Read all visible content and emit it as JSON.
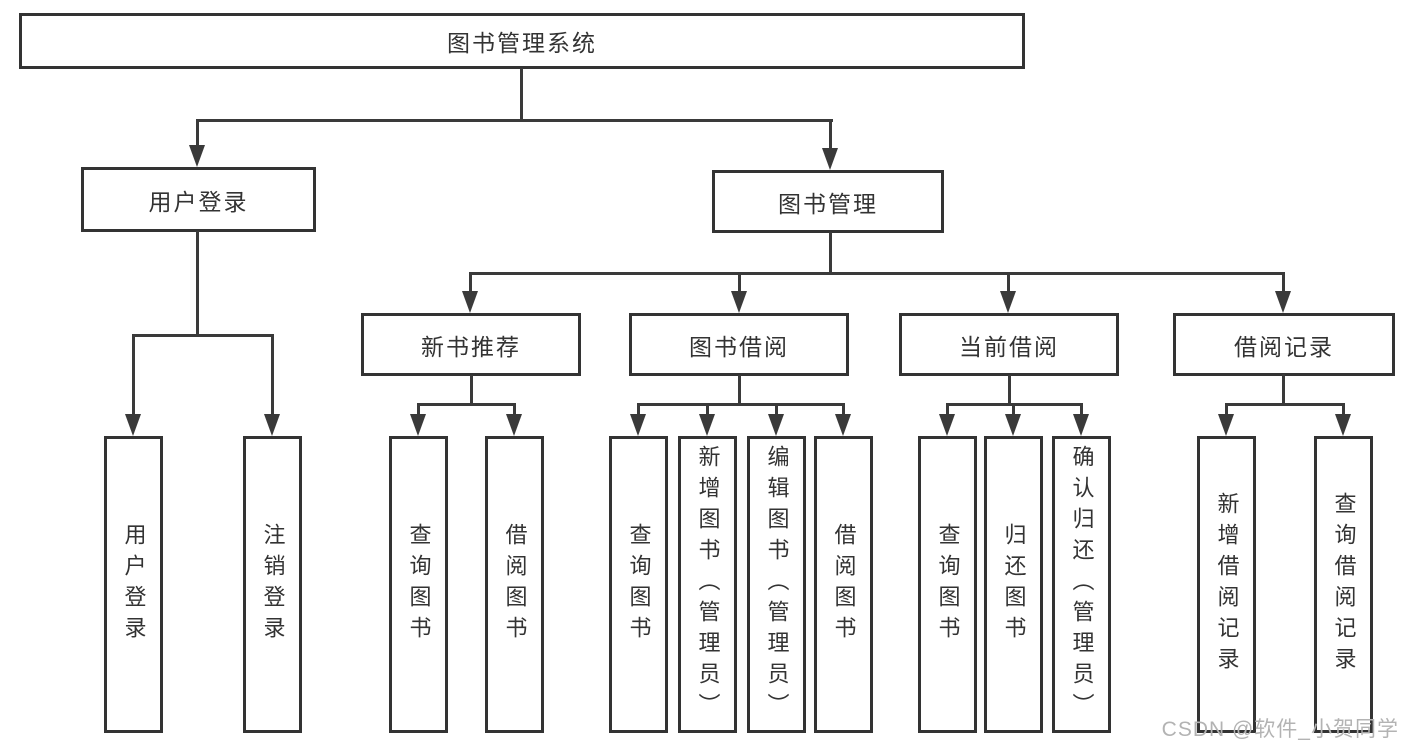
{
  "diagram": {
    "root_label": "图书管理系统",
    "level2": [
      {
        "label": "用户登录",
        "children": [
          "用户登录",
          "注销登录"
        ]
      },
      {
        "label": "图书管理",
        "children": [
          {
            "label": "新书推荐",
            "children": [
              "查询图书",
              "借阅图书"
            ]
          },
          {
            "label": "图书借阅",
            "children": [
              "查询图书",
              "新增图书（管理员）",
              "编辑图书（管理员）",
              "借阅图书"
            ]
          },
          {
            "label": "当前借阅",
            "children": [
              "查询图书",
              "归还图书",
              "确认归还（管理员）"
            ]
          },
          {
            "label": "借阅记录",
            "children": [
              "新增借阅记录",
              "查询借阅记录"
            ]
          }
        ]
      }
    ],
    "watermark": "CSDN @软件_小贺同学",
    "colors": {
      "line": "#3a3a3a",
      "box_border": "#333333",
      "box_fill": "#ffffff",
      "text": "#333333",
      "watermark": "#b3b3b3"
    }
  }
}
